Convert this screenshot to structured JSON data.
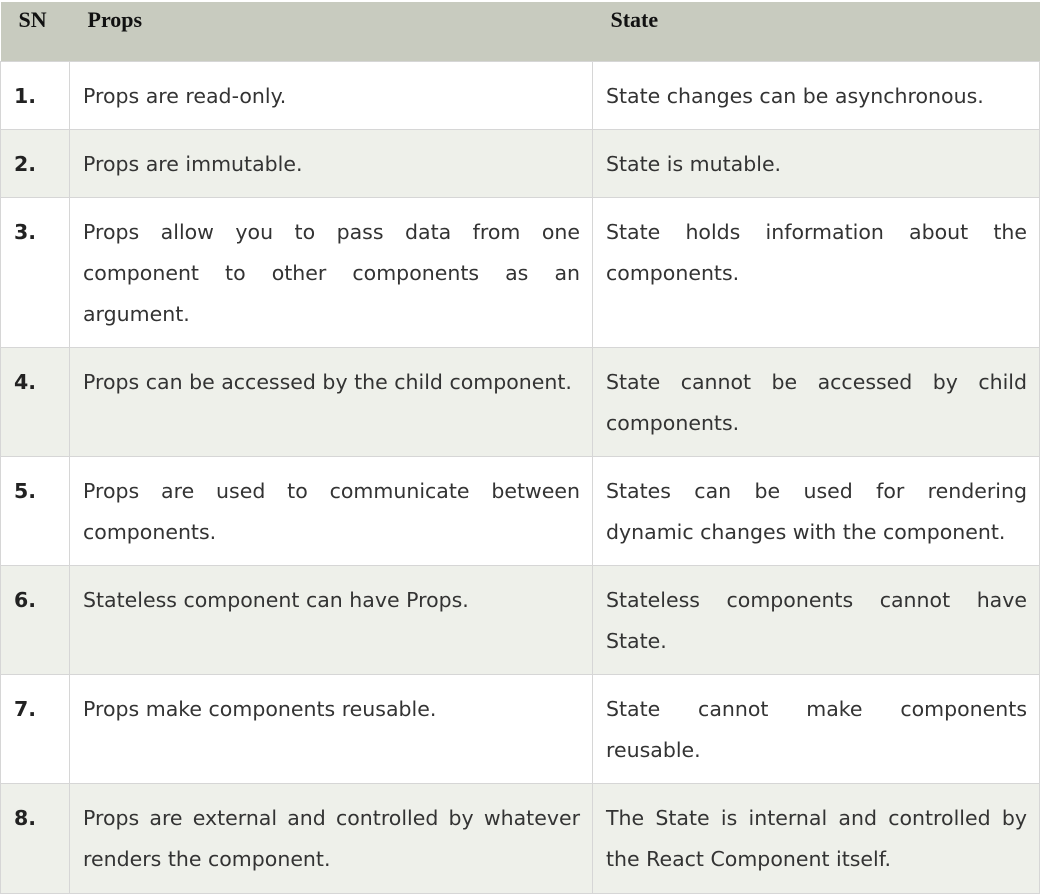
{
  "table": {
    "headers": {
      "sn": "SN",
      "props": "Props",
      "state": "State"
    },
    "rows": [
      {
        "sn": "1.",
        "props": "Props are read-only.",
        "state": "State changes can be asynchronous."
      },
      {
        "sn": "2.",
        "props": "Props are immutable.",
        "state": "State is mutable."
      },
      {
        "sn": "3.",
        "props": "Props allow you to pass data from one component to other components as an argument.",
        "state": "State holds information about the components."
      },
      {
        "sn": "4.",
        "props": "Props can be accessed by the child component.",
        "state": "State cannot be accessed by child components."
      },
      {
        "sn": "5.",
        "props": "Props are used to communicate between components.",
        "state": "States can be used for rendering dynamic changes with the component."
      },
      {
        "sn": "6.",
        "props": "Stateless component can have Props.",
        "state": "Stateless components cannot have State."
      },
      {
        "sn": "7.",
        "props": "Props make components reusable.",
        "state": "State cannot make components reusable."
      },
      {
        "sn": "8.",
        "props": "Props are external and controlled by whatever renders the component.",
        "state": "The State is internal and controlled by the React Component itself."
      }
    ]
  },
  "colors": {
    "header_bg": "#c8cbbf",
    "row_alt_bg": "#eef0ea",
    "border": "#d6d6d6",
    "text": "#333333"
  }
}
